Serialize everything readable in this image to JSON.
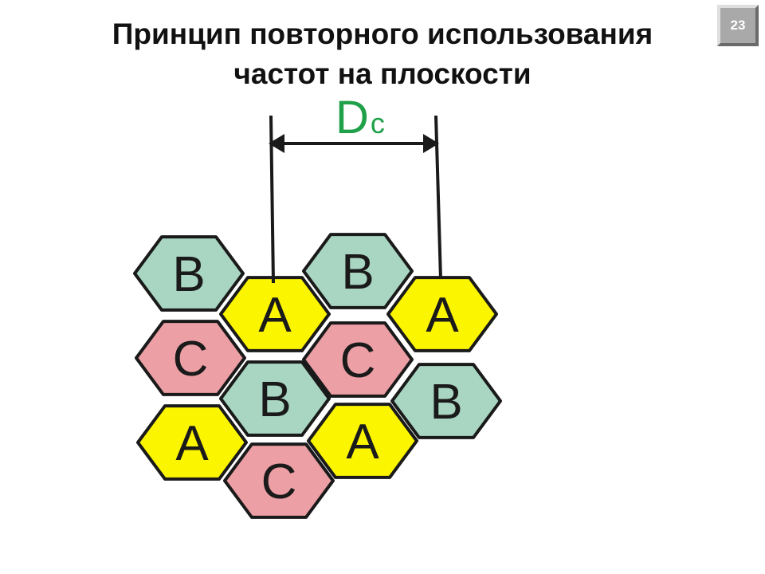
{
  "slide": {
    "title_line1": "Принцип повторного использования",
    "title_line2": "частот на плоскости",
    "page_number": "23"
  },
  "diagram": {
    "distance_label_main": "D",
    "distance_label_sub": "c",
    "colors": {
      "A": "#fcf500",
      "B": "#a9d6c2",
      "C": "#ec9fa5",
      "outline": "#1a1a1a",
      "distance_label": "#1fa049"
    },
    "cells": [
      {
        "label": "B",
        "group": "B"
      },
      {
        "label": "A",
        "group": "A"
      },
      {
        "label": "B",
        "group": "B"
      },
      {
        "label": "A",
        "group": "A"
      },
      {
        "label": "C",
        "group": "C"
      },
      {
        "label": "C",
        "group": "C"
      },
      {
        "label": "B",
        "group": "B"
      },
      {
        "label": "B",
        "group": "B"
      },
      {
        "label": "A",
        "group": "A"
      },
      {
        "label": "A",
        "group": "A"
      },
      {
        "label": "C",
        "group": "C"
      }
    ]
  }
}
